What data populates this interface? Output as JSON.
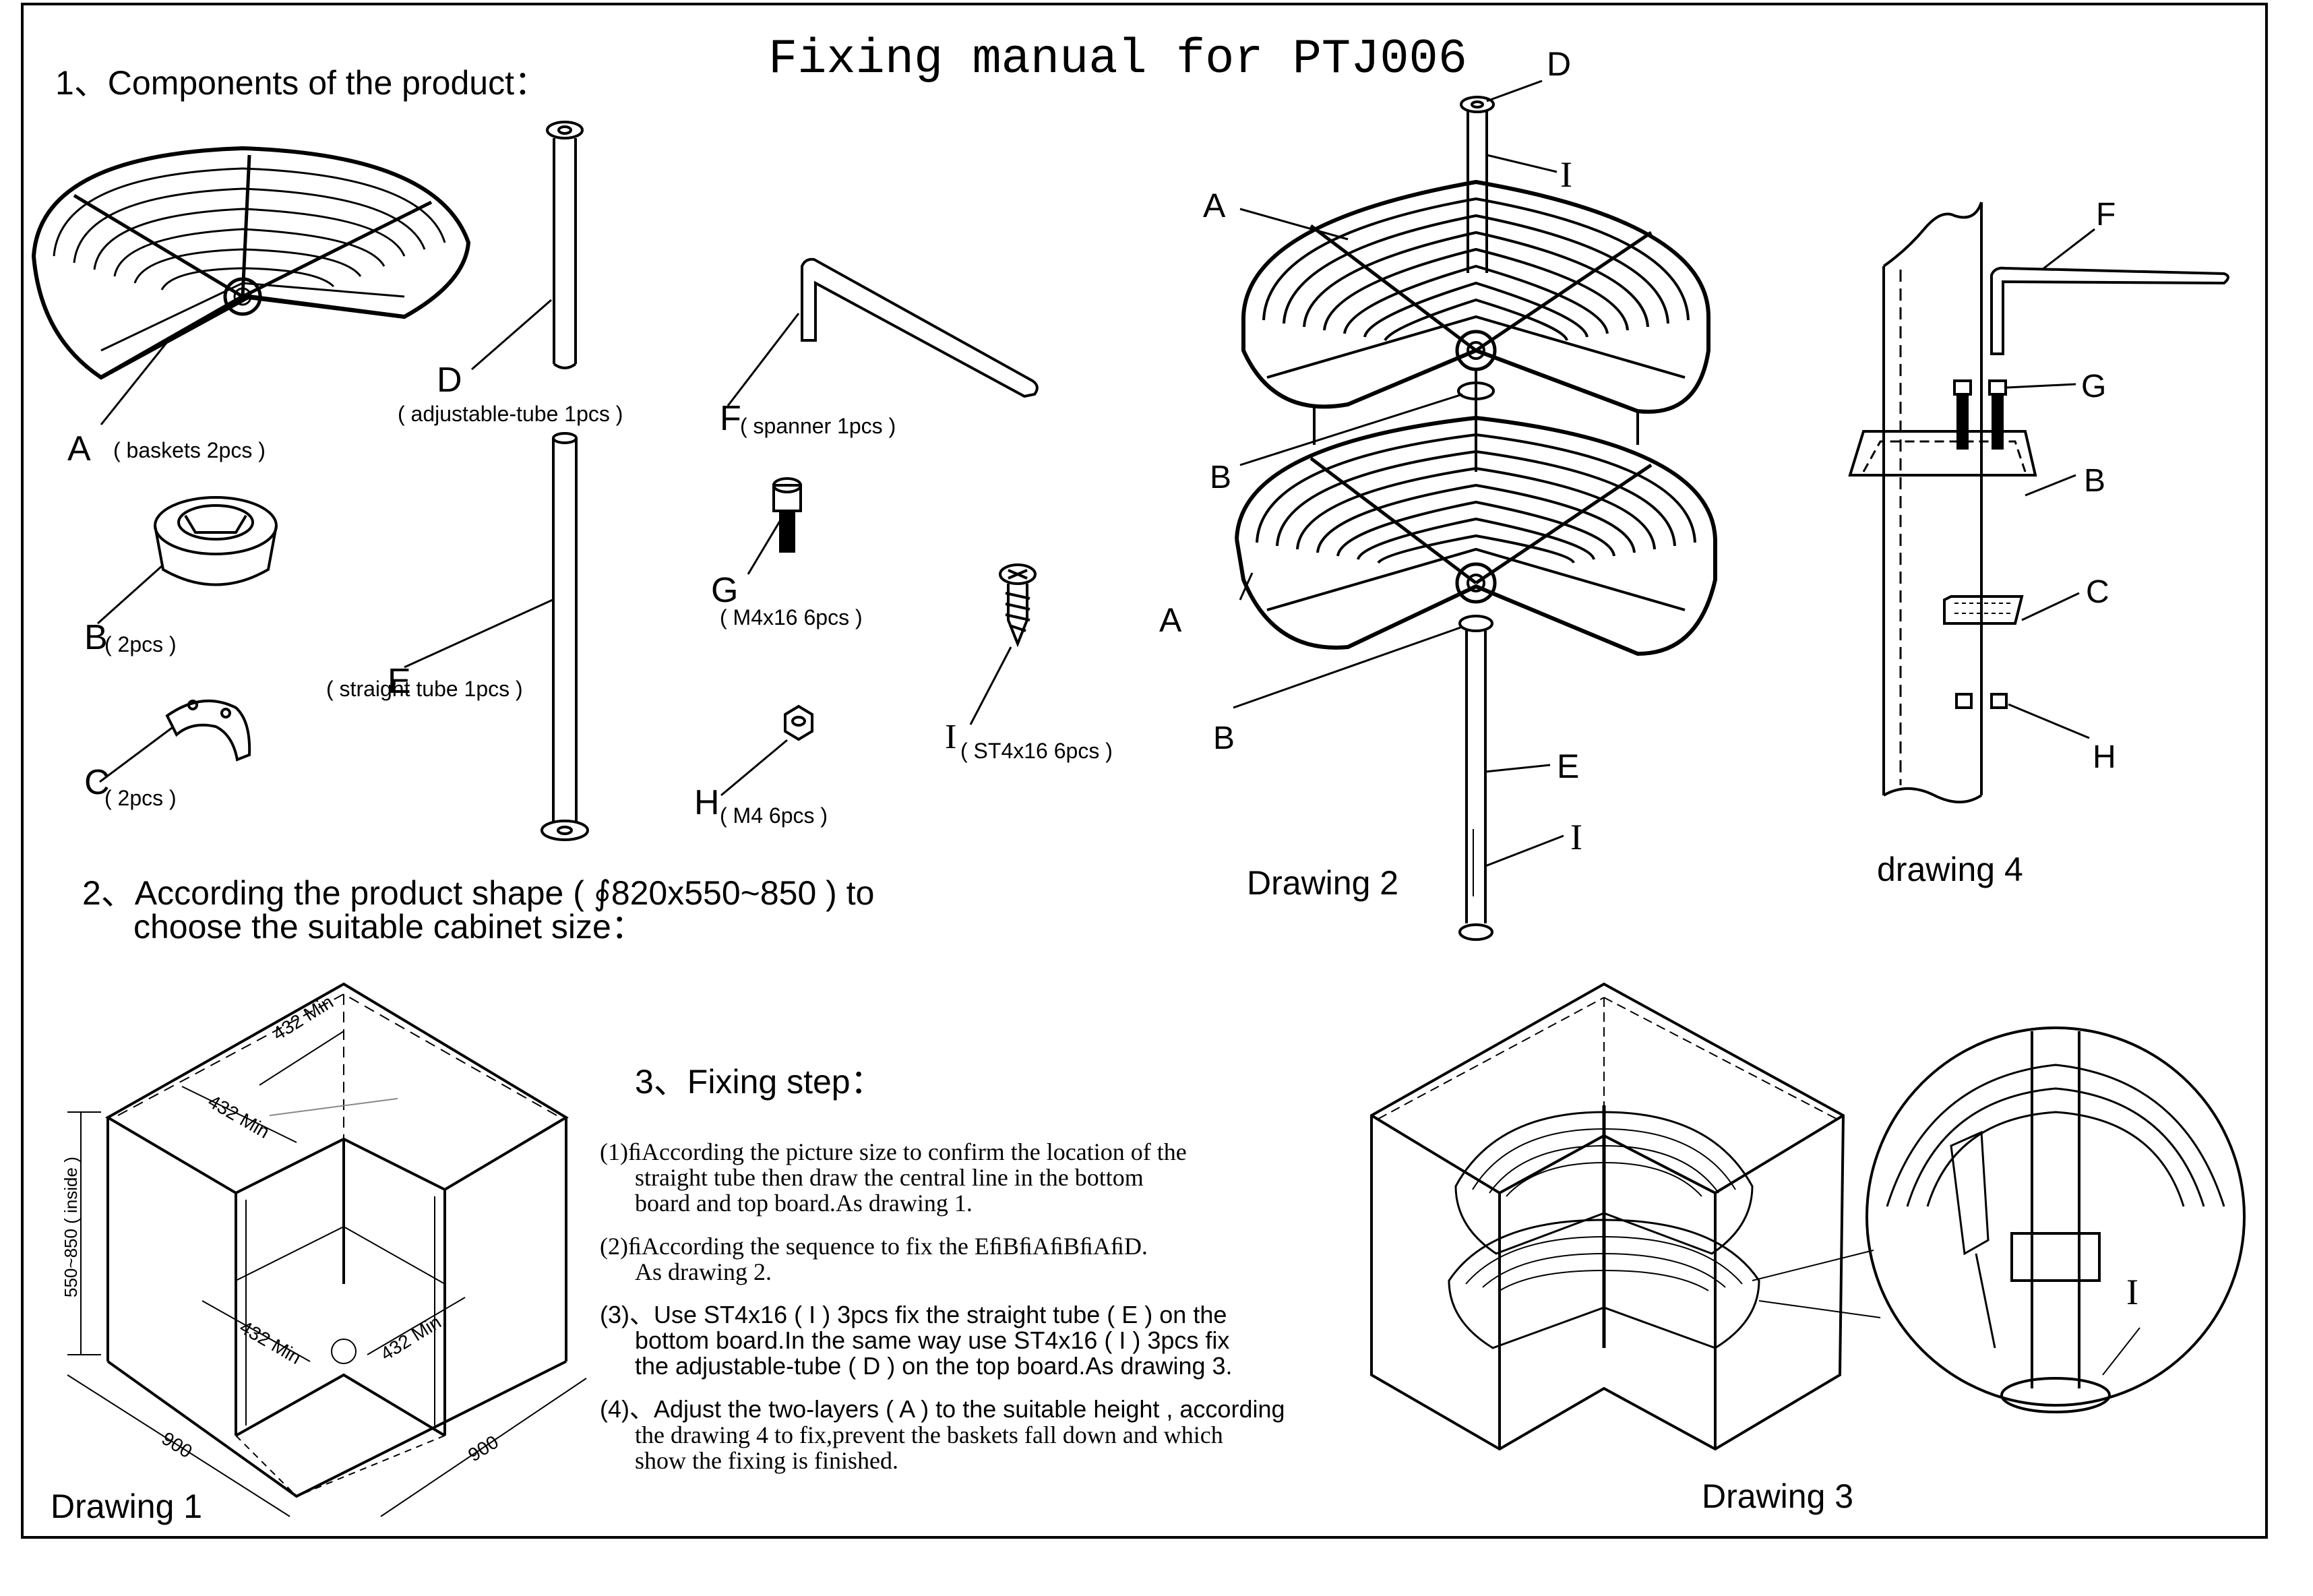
{
  "title": "Fixing manual for PTJ006",
  "section1": {
    "heading": "1、Components of the product：",
    "parts": [
      {
        "letter": "A",
        "desc": "( baskets  2pcs )"
      },
      {
        "letter": "D",
        "desc": "( adjustable-tube 1pcs )"
      },
      {
        "letter": "F",
        "desc": "( spanner  1pcs )"
      },
      {
        "letter": "B",
        "desc": "(  2pcs )"
      },
      {
        "letter": "E",
        "desc": "( straight tube 1pcs )"
      },
      {
        "letter": "G",
        "desc": "( M4x16  6pcs )"
      },
      {
        "letter": "C",
        "desc": "(  2pcs )"
      },
      {
        "letter": "H",
        "desc": "( M4  6pcs )"
      },
      {
        "letter": "I",
        "desc": "( ST4x16  6pcs )"
      }
    ]
  },
  "section2": {
    "line1": "2、According the product shape ( ∮820x550~850 ) to",
    "line2": "choose the suitable cabinet size："
  },
  "section3": {
    "heading": "3、Fixing step：",
    "steps": [
      {
        "num": "(1)ﬁAccording the picture size to confirm the location of the",
        "cont": [
          "straight  tube  then draw the central  line  in the bottom",
          "board and top board.As drawing 1."
        ]
      },
      {
        "num": "(2)ﬁAccording the sequence to fix the EﬁBﬁAﬁBﬁAﬁD.",
        "cont": [
          "As drawing 2."
        ]
      },
      {
        "num": "(3)、Use ST4x16 ( I ) 3pcs fix the straight tube ( E ) on the",
        "cont": [
          "bottom board.In the same way use ST4x16 ( I ) 3pcs fix",
          "the adjustable-tube ( D ) on the top board.As drawing 3."
        ]
      },
      {
        "num": "(4)、Adjust the two-layers ( A ) to the suitable height , according",
        "cont": [
          "the drawing 4 to fix,prevent the baskets fall down  and which",
          "show the fixing is finished."
        ]
      }
    ]
  },
  "drawing1": {
    "caption": "Drawing 1",
    "dims": {
      "width_top_a": "432 Min",
      "width_top_b": "432 Min",
      "floor_a": "432 Min",
      "floor_b": "432 Min",
      "height": "550~850 ( inside )",
      "base_a": "900",
      "base_b": "900"
    }
  },
  "drawing2": {
    "caption": "Drawing 2",
    "labels": {
      "d": "D",
      "i_top": "I",
      "a_top": "A",
      "b_top": "B",
      "a_bot": "A",
      "b_bot": "B",
      "e": "E",
      "i_bot": "I"
    }
  },
  "drawing3": {
    "caption": "Drawing 3",
    "label_i": "I"
  },
  "drawing4": {
    "caption": "drawing 4",
    "labels": {
      "f": "F",
      "g": "G",
      "b": "B",
      "c": "C",
      "h": "H"
    }
  }
}
